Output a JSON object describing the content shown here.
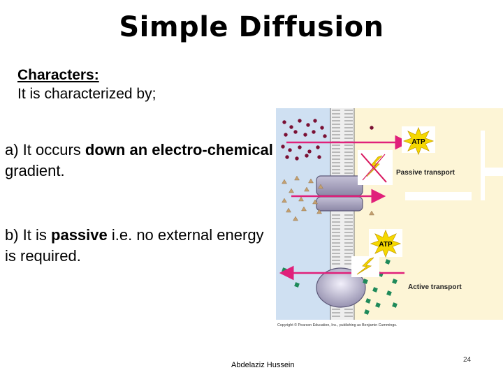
{
  "slide": {
    "title": "Simple Diffusion",
    "characters_heading": "Characters:",
    "characters_intro": "It is characterized by;",
    "point_a": {
      "prefix": "a) It occurs ",
      "bold": "down an electro-chemical",
      "suffix": " gradient."
    },
    "point_b": {
      "prefix": "b) It is ",
      "bold": "passive",
      "suffix": " i.e. no external energy is required."
    }
  },
  "figure": {
    "atp_label_1": "ATP",
    "atp_label_2": "ATP",
    "passive_label": "Passive transport",
    "active_label": "Active transport",
    "copyright": "Copyright © Pearson Education, Inc., publishing as Benjamin Cummings.",
    "colors": {
      "panel": "#fdf5d6",
      "membrane_left": "#cfe0f2",
      "arrow": "#e0207a",
      "ion": "#7a1034",
      "triangle": "#c4a070",
      "square": "#1f8a5a",
      "atp": "#f5d800"
    }
  },
  "footer": {
    "author": "Abdelaziz  Hussein",
    "page_number": "24"
  }
}
